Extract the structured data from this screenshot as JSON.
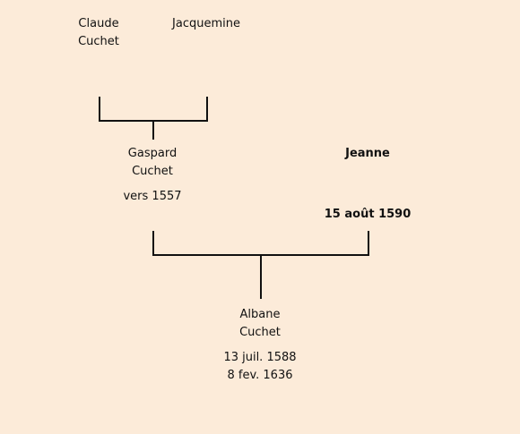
{
  "people": {
    "claude": {
      "first": "Claude",
      "last": "Cuchet"
    },
    "jacquemine": {
      "first": "Jacquemine"
    },
    "gaspard": {
      "first": "Gaspard",
      "last": "Cuchet",
      "date": "vers 1557"
    },
    "jeanne": {
      "first": "Jeanne",
      "date": "15 août 1590"
    },
    "albane": {
      "first": "Albane",
      "last": "Cuchet",
      "birth": "13 juil. 1588",
      "death": "8 fev. 1636"
    }
  },
  "colors": {
    "background": "#fcebd9",
    "ink": "#111111"
  }
}
